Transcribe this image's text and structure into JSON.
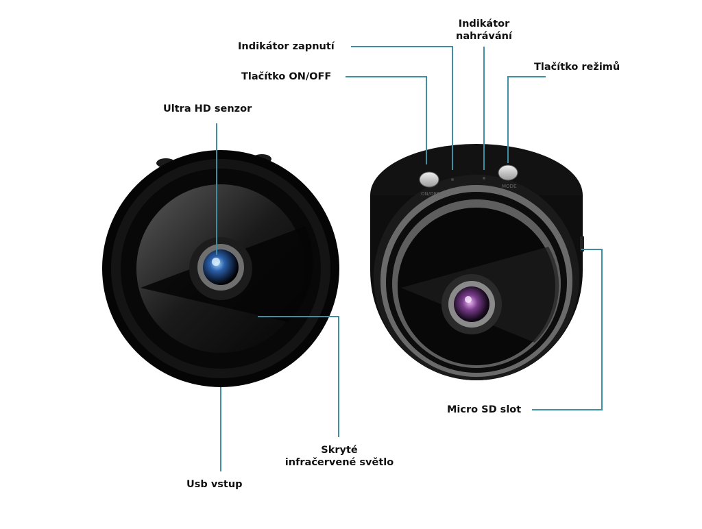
{
  "labels": {
    "power_indicator": "Indikátor zapnutí",
    "recording_indicator_line1": "Indikátor",
    "recording_indicator_line2": "nahrávání",
    "on_off_button": "Tlačítko ON/OFF",
    "mode_button": "Tlačítko režimů",
    "sensor": "Ultra HD senzor",
    "micro_sd": "Micro SD slot",
    "ir_line1": "Skryté",
    "ir_line2": "infračervené světlo",
    "usb": "Usb vstup"
  },
  "device_markings": {
    "on_off": "ON/OFF",
    "mode": "MODE"
  },
  "colors": {
    "leader_line": "#3f8fa3",
    "body_black": "#0b0b0b",
    "lens_blue": "#2a5fa8",
    "lens_purple": "#7a3d8c"
  }
}
